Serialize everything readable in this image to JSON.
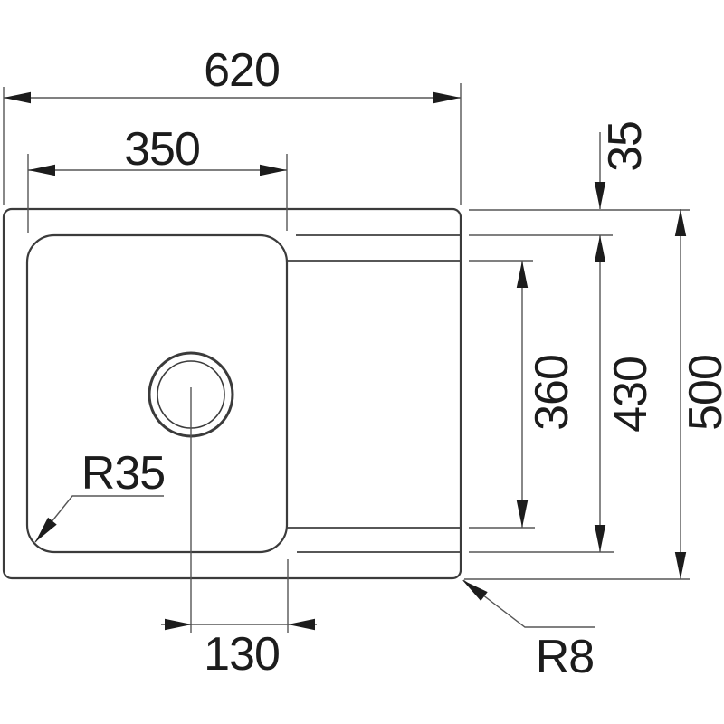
{
  "drawing": {
    "dimensions": {
      "overall_width": "620",
      "bowl_width": "350",
      "rim_offset": "35",
      "drainer_inner_length": "360",
      "bowl_length": "430",
      "overall_depth": "500",
      "drain_center_offset": "130"
    },
    "radii": {
      "bowl_corner": "R35",
      "rim_corner": "R8"
    },
    "colors": {
      "background": "#ffffff",
      "outline": "#3b3b3b",
      "dimension_lines": "#565656",
      "text": "#1c1c1c"
    }
  }
}
